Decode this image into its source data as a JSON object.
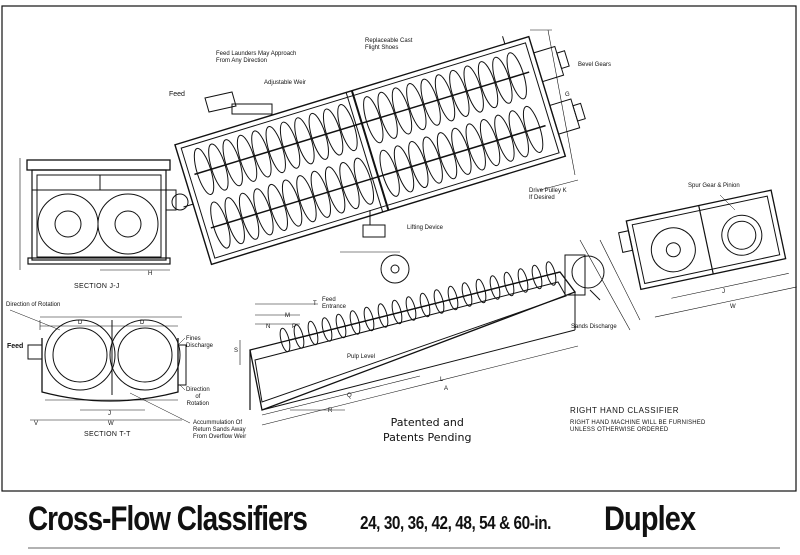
{
  "labels": {
    "feed_launders": "Feed Launders May Approach\nFrom Any Direction",
    "replaceable_flights": "Replaceable Cast\nFlight Shoes",
    "bevel_gears": "Bevel Gears",
    "feed_top": "Feed",
    "adjustable_weir": "Adjustable Weir",
    "drive_pulley": "Drive Pulley K\nIf Desired",
    "lifting_device": "Lifting Device",
    "spur_gear": "Spur Gear & Pinion",
    "direction_rotation": "Direction of Rotation",
    "feed_left": "Feed",
    "fines_discharge": "Fines\nDischarge",
    "direction_rotation_2": "Direction\nof\nRotation",
    "accumulation": "Accummulation Of\nReturn Sands Away\nFrom Overflow Weir",
    "feed_entrance": "Feed\nEntrance",
    "pulp_level": "Pulp Level",
    "sands_discharge": "Sands Discharge"
  },
  "dims": {
    "d1": "D",
    "d2": "D",
    "j": "J",
    "w": "W",
    "v": "V",
    "h": "H",
    "m": "M",
    "n": "N",
    "p": "P",
    "t": "T",
    "q": "Q",
    "l": "L",
    "a": "A",
    "s": "S",
    "r": "R",
    "w2": "W",
    "j2": "J",
    "g": "G"
  },
  "sections": {
    "jj": "SECTION  J-J",
    "tt": "SECTION  T-T"
  },
  "patent": "Patented and\nPatents Pending",
  "right_hand": {
    "title": "RIGHT HAND CLASSIFIER",
    "note": "RIGHT HAND MACHINE WILL BE FURNISHED\nUNLESS OTHERWISE ORDERED"
  },
  "title": {
    "main": "Cross-Flow Classifiers",
    "sizes": "24, 30, 36, 42, 48, 54 & 60-in.",
    "duplex": "Duplex"
  }
}
